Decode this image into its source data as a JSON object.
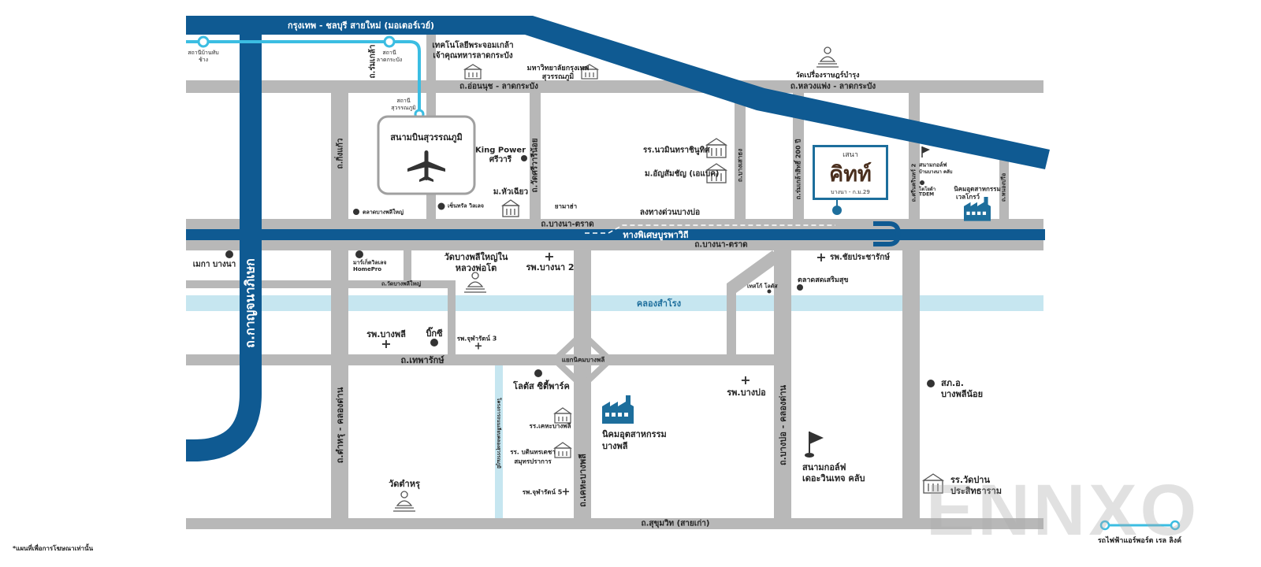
{
  "colors": {
    "expressway": "#0f5a92",
    "road": "#b8b8b8",
    "rail": "#3bbde2",
    "canal": "#c6e6f0",
    "text": "#222222"
  },
  "roads": {
    "motorway": "กรุงเทพ - ชลบุรี สายใหม่ (มอเตอร์เวย์)",
    "kanchana": "ถ.กาญจนาภิเษก",
    "onnut": "ถ.อ่อนนุช - ลาดกระบัง",
    "luangphaeng": "ถ.หลวงแพ่ง - ลาดกระบัง",
    "bangna_trat_upper": "ถ.บางนา-ตราด",
    "bangna_trat_lower": "ถ.บางนา-ตราด",
    "sukhumvit": "ถ.สุขุมวิท (สายเก่า)",
    "thepharak": "ถ.เทพารักษ์",
    "kingkaew": "ถ.กิ่งแก้ว",
    "romklao": "ถ.ร่มเกล้า",
    "watsri": "ถ.วัดศรีวารีน้อย",
    "bangsao_thong": "ถ.บางเสาธง",
    "theparak200": "ถ.ร่มเกล้าสิทธิ์ 200 ปี",
    "kingkaew2": "ถ.ศรีนครินทร์ 2",
    "pakdee": "ถ.หนองปรือ",
    "tamru_khlongdan": "ถ.ตำหรุ - คลองด่าน",
    "kheha_bangphli": "ถ.เคหะบางพลี",
    "bangbo_khlongdan": "ถ.บางบ่อ - คลองด่าน",
    "watbangphli": "ถ.วัดบางพลีใหญ่",
    "suvarnabhumi_canal_road": "โครงการถนนเลียบคลองสุวรรณภูมิ",
    "expressway": "ทางพิเศษบูรพาวิถี",
    "exit": "ลงทางด่วนบางบ่อ",
    "canal": "คลองสำโรง",
    "intersection": "แยกนิคมบางพลี"
  },
  "stations": {
    "banthapchang": "สถานีบ้านทับช้าง",
    "latkrabang": "สถานีลาดกระบัง",
    "suvarnabhumi": "สถานีสุวรรณภูมิ"
  },
  "places": {
    "airport": "สนามบินสุวรรณภูมิ",
    "kmitl": "เทคโนโลยีพระจอมเกล้าเจ้าคุณทหารลาดกระบัง",
    "kmitl_1": "เทคโนโลยีพระจอมเกล้า",
    "kmitl_2": "เจ้าคุณทหารลาดกระบัง",
    "uni_bkk_1": "มหาวิทยาลัยกรุงเทพ",
    "uni_bkk_2": "สุวรรณภูมิ",
    "wat_prueng": "วัดเปรื่องราษฎร์บำรุง",
    "kingpower_1": "King Power",
    "kingpower_2": "ศรีวารี",
    "navamin": "รร.นวมินทราชินูทิศ",
    "assumption": "ม.อัญสัมชัญ (เอแบค)",
    "huachiew": "ม.หัวเฉียว",
    "market_bangphli": "ตลาดบางพลีใหญ่",
    "central": "เซ็นทรัล วิลเลจ",
    "yamaha": "ยามาฮ่า",
    "mega": "เมกา บางนา",
    "market_village_1": "มาร์เก็ตวิลเลจ",
    "market_village_2": "HomePro",
    "wat_bangphli_1": "วัดบางพลีใหญ่ใน",
    "wat_bangphli_2": "หลวงพ่อโต",
    "hosp_bangna2": "รพ.บางนา 2",
    "hosp_chaiprakan": "รพ.ชัยประชารักษ์",
    "lotus_bangphli": "เทสโก้ โลตัส",
    "market_seri": "ตลาดสดเสริมสุข",
    "hosp_bangphli": "รพ.บางพลี",
    "bigc": "บิ๊กซี",
    "hosp_chularat3": "รพ.จุฬารัตน์ 3",
    "lotus_city": "โลตัส ซิตี้พาร์ค",
    "school_kheha": "รร.เคหะบางพลี",
    "school_bodin_1": "รร. บดินทรเดชา",
    "school_bodin_2": "สมุทรปราการ",
    "hosp_chularat5": "รพ.จุฬารัตน์ 5",
    "industrial_bangphli_1": "นิคมอุตสาหกรรม",
    "industrial_bangphli_2": "บางพลี",
    "hosp_bangbo": "รพ.บางบ่อ",
    "district_office_1": "สภ.อ.",
    "district_office_2": "บางพลีน้อย",
    "golf_1": "สนามกอล์ฟ",
    "golf_2": "เดอะวินเทจ คลับ",
    "wat_tamru": "วัดตำหรุ",
    "school_watpan_1": "รร.วัดปาน",
    "school_watpan_2": "ประสิทธาราม",
    "golf_small_1": "สนามกอล์ฟ",
    "golf_small_2": "บ้านบางนา คลับ",
    "tdem_1": "โตโยต้า",
    "tdem_2": "TDEM",
    "welgrow_1": "นิคมอุตสาหกรรม",
    "welgrow_2": "เวลโกรว์"
  },
  "project": {
    "top": "เสนา",
    "main": "คิทท์",
    "sub": "บางนา - ก.ม.29"
  },
  "legend": {
    "airport_link": "รถไฟฟ้าแอร์พอร์ต เรล ลิงค์"
  },
  "footnote": "*แผนที่เพื่อการโฆษณาเท่านั้น",
  "watermark": "ENNXO"
}
